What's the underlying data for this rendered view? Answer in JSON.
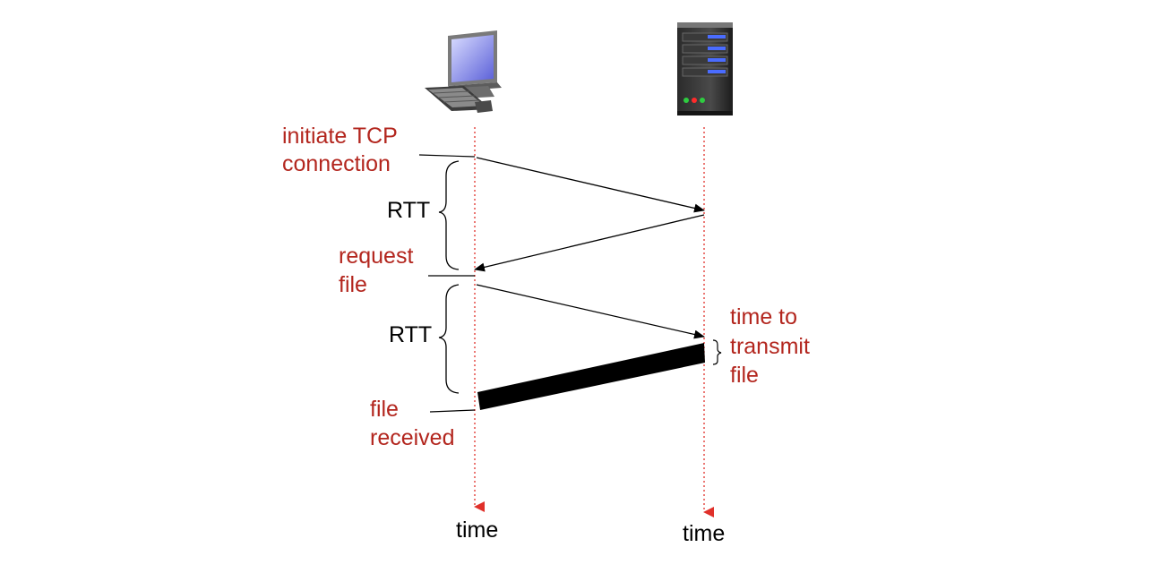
{
  "labels": {
    "initiate": [
      "initiate TCP",
      "connection"
    ],
    "rtt_1": "RTT",
    "request": [
      "request",
      "file"
    ],
    "rtt_2": "RTT",
    "transmit": [
      "time to",
      "transmit",
      "file"
    ],
    "received": [
      "file",
      "received"
    ],
    "client_time": "time",
    "server_time": "time"
  },
  "icons": {
    "client": "desktop-computer-icon",
    "server": "server-tower-icon"
  },
  "colors": {
    "accent_text": "#b3261e",
    "timeline": "#e0302a",
    "arrow": "#000000"
  }
}
